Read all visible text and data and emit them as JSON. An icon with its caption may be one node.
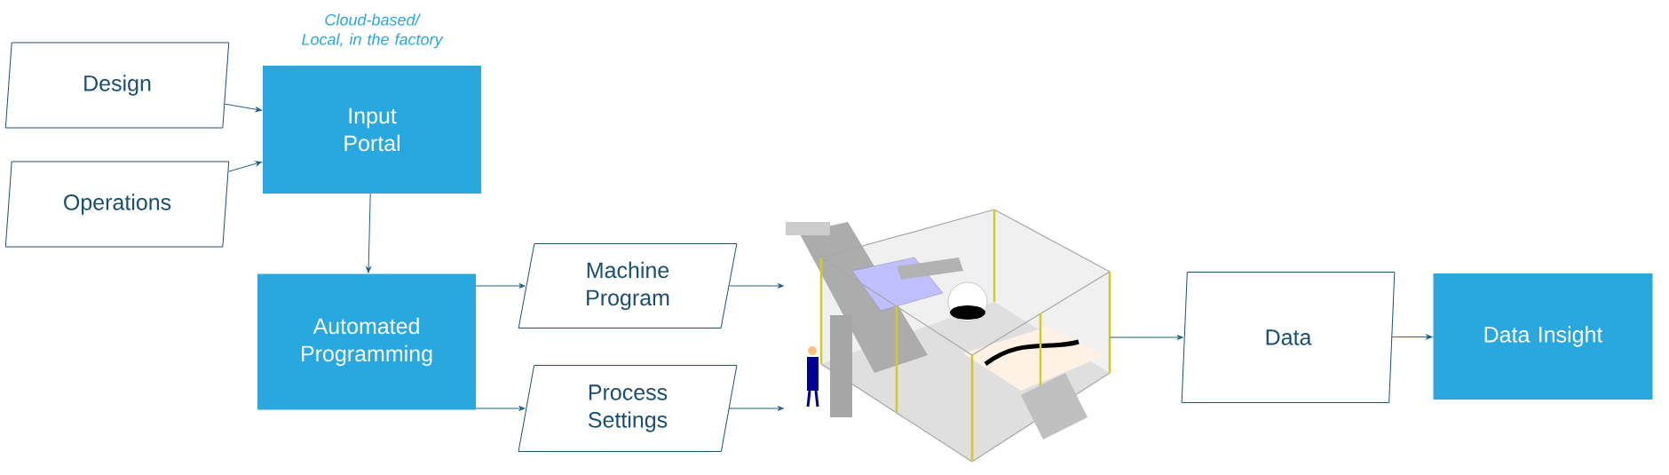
{
  "diagram": {
    "nodes": [
      {
        "text": [
          "Design"
        ]
      },
      {
        "text": [
          "Operations"
        ]
      },
      {
        "text": [
          "Input Portal"
        ],
        "beside": [
          "*Cloud-based/ Local, in the factory*"
        ]
      },
      {
        "text": [
          "Automated Programming"
        ]
      },
      {
        "text": [
          "Machine Program"
        ]
      },
      {
        "text": [
          "Process Settings"
        ]
      },
      {
        "text": [],
        "shape": "picture"
      },
      {
        "text": [
          "Data"
        ]
      },
      {
        "text": [
          "Data Insight"
        ]
      }
    ],
    "edges": [
      {
        "from": 0,
        "to": 2,
        "arrow": "to"
      },
      {
        "from": 1,
        "to": 2,
        "arrow": "to"
      },
      {
        "from": 2,
        "to": 3,
        "arrow": "to"
      },
      {
        "from": 3,
        "to": 4,
        "arrow": "to"
      },
      {
        "from": 3,
        "to": 5,
        "arrow": "to"
      },
      {
        "from": 4,
        "to": 6,
        "arrow": "to"
      },
      {
        "from": 5,
        "to": 6,
        "arrow": "to"
      },
      {
        "from": 6,
        "to": 7,
        "arrow": "to"
      },
      {
        "from": 7,
        "to": 8,
        "arrow": "to"
      }
    ]
  }
}
